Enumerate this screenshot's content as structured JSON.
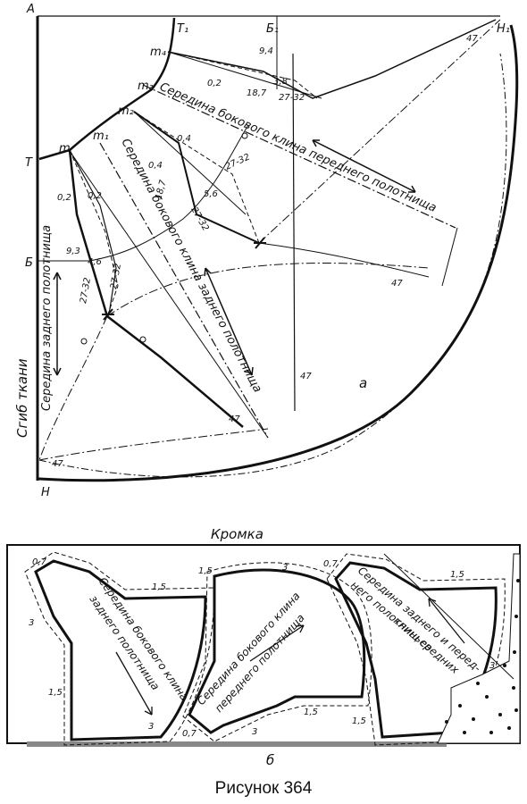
{
  "diagram_a": {
    "points": {
      "A": "А",
      "T": "Т",
      "B": "Б",
      "H": "Н",
      "T1": "Т₁",
      "B1": "Б₁",
      "H1": "Н₁",
      "m": "m",
      "m1": "m₁",
      "m2": "m₂",
      "m3": "m₃",
      "m4": "m₄"
    },
    "measures": {
      "r47_1": "47",
      "r47_2": "47",
      "r47_3": "47",
      "r47_4": "47",
      "r47_5": "47",
      "v94": "9,4",
      "v02a": "0,2",
      "v38": "3,8",
      "v187a": "18,7",
      "v2732a": "27-32",
      "v04a": "0,4",
      "v04b": "0,4",
      "v2732b": "27-32",
      "v187b": "18,7",
      "v56": "5,6",
      "v2732c": "27-32",
      "v02b": "0,2",
      "v02c": "0,2",
      "v93": "9,3",
      "v46": "4,6",
      "v2732d": "27-32",
      "v2732e": "27-32"
    },
    "centerline_front": "Середина бокового клина переднего полотнища",
    "centerline_side": "Середина бокового клина заднего полотнища",
    "centerline_back": "Середина заднего полотнища",
    "fold": "Сгиб ткани",
    "letter": "а"
  },
  "diagram_b": {
    "selvage": "Кромка",
    "piece1": [
      "Середина бокового клина",
      "заднего полотнища"
    ],
    "piece2": [
      "Середина бокового клина",
      "переднего полотнища"
    ],
    "piece3": [
      "Середина заднего и перед-",
      "него полотнищ средних",
      "клиньев"
    ],
    "allowances": {
      "a07_1": "0,7",
      "a15_1": "1,5",
      "a15_2": "1,5",
      "a3_1": "3",
      "a07_2": "0,7",
      "a15_3": "1,5",
      "a3_2": "3",
      "a15_4": "1,5",
      "a3_3": "3",
      "a15_5": "1,5",
      "a07_3": "0,7",
      "a3_4": "3",
      "a15_6": "1,5",
      "a3_5": "3"
    },
    "letter": "б"
  },
  "caption": "Рисунок 364"
}
